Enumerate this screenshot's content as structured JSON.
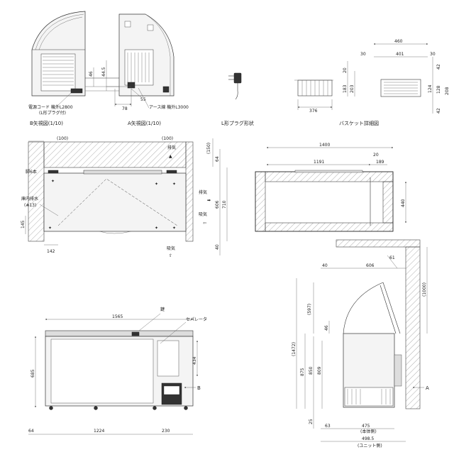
{
  "labels": {
    "cord": "電源コード 機外L2800",
    "cord_sub": "(L形プラグ付)",
    "earth": "アース線 機外L3000",
    "view_b": "B矢視図(1/10)",
    "view_a": "A矢視図(1/10)",
    "plug": "L形プラグ形状",
    "basket": "バスケット詳細図",
    "feet": "脚6本",
    "drain": "庫内排水",
    "drain_sub": "(#13)",
    "exhaust1": "排気",
    "exhaust2": "排気",
    "intake1": "吸気",
    "intake2": "吸気",
    "lock": "鍵",
    "separator": "セパレータ",
    "arrow_b": "B",
    "arrow_a": "A",
    "body_side": "(本体側)",
    "unit_side": "(ユニット側)"
  },
  "dims": {
    "b_46": "46",
    "b_44_5": "44.5",
    "a_78": "78",
    "a_55": "55",
    "plug_20": "20",
    "plug_183": "183",
    "plug_203": "203",
    "plug_376": "376",
    "bk_460": "460",
    "bk_30a": "30",
    "bk_401": "401",
    "bk_30b": "30",
    "bk_42a": "42",
    "bk_124": "124",
    "bk_128": "128",
    "bk_208": "208",
    "bk_42b": "42",
    "top_100a": "(100)",
    "top_100b": "(100)",
    "top_150": "(150)",
    "top_64": "64",
    "top_606": "606",
    "top_710": "710",
    "top_40": "40",
    "top_145": "145",
    "top_142": "142",
    "sec_1400": "1400",
    "sec_20": "20",
    "sec_1191": "1191",
    "sec_189": "189",
    "sec_440": "440",
    "fr_1565": "1565",
    "fr_685": "685",
    "fr_434": "434",
    "fr_64": "64",
    "fr_1224": "1224",
    "fr_230": "230",
    "sd_40": "40",
    "sd_606": "606",
    "sd_61": "61",
    "sd_1000": "(1000)",
    "sd_597": "(597)",
    "sd_46": "46",
    "sd_1472": "(1472)",
    "sd_875": "875",
    "sd_850": "850",
    "sd_809": "809",
    "sd_25": "25",
    "sd_63": "63",
    "sd_475": "475",
    "sd_498_5": "498.5"
  }
}
